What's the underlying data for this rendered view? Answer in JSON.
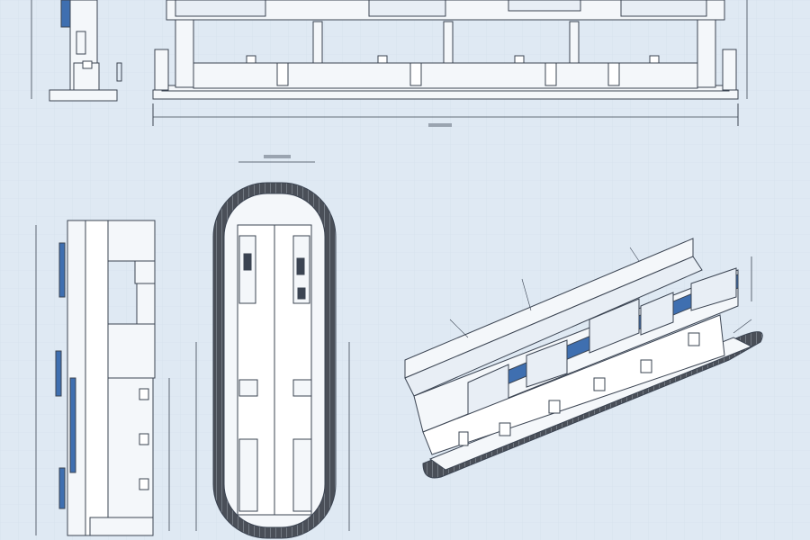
{
  "colors": {
    "paper": "#dfe9f3",
    "grid": "#cfdcea",
    "line": "#3b4452",
    "fill": "#f4f7fa",
    "screen": "#3f6fb0",
    "conveyor": "#4a4f58"
  },
  "views": [
    "front-elevation",
    "side-elevation-small",
    "side-section",
    "plan-view",
    "isometric-view"
  ]
}
